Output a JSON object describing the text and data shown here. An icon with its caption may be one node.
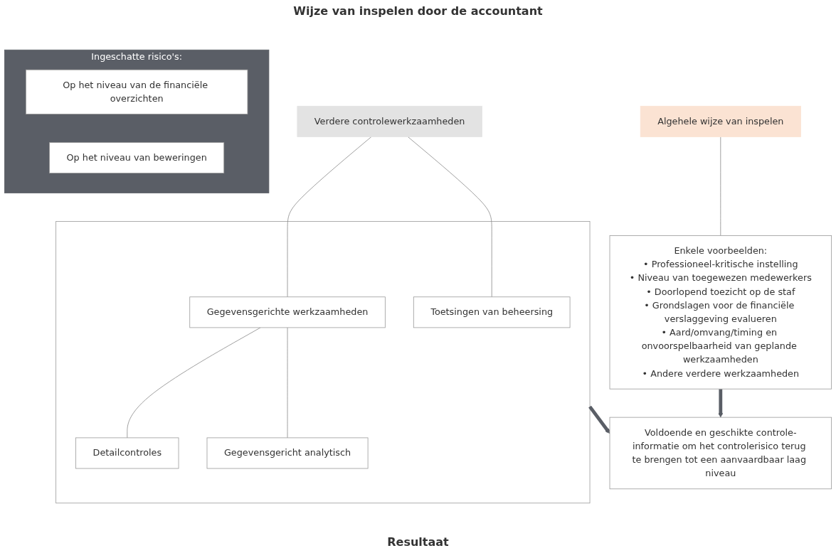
{
  "diagram": {
    "nodes": [
      {
        "text": [
          "Ingeschatte risico's:"
        ]
      },
      {
        "text": [
          "Op het niveau van de financiële overzichten"
        ],
        "in": 0
      },
      {
        "text": [
          "Op het niveau van beweringen"
        ],
        "in": 0
      },
      {
        "text": [
          "Algehele wijze van inspelen"
        ]
      },
      {
        "text": [
          "Verdere controlewerkzaamheden"
        ]
      },
      {
        "text": [
          "Enkele voorbeelden:",
          "• Professioneel-kritische instelling",
          "• Niveau van toegewezen medewerkers",
          "• Doorlopend toezicht op de staf",
          "• Grondslagen voor de financiële verslaggeving evalueren",
          "• Aard/omvang/timing en onvoorspelbaarheid van geplande werkzaamheden",
          "• Andere verdere werkzaamheden"
        ]
      },
      {
        "text": [],
        "shape": "box"
      },
      {
        "text": [
          "Gegevensgerichte werkzaamheden"
        ],
        "in": 6
      },
      {
        "text": [
          "Toetsingen van beheersing"
        ],
        "in": 6
      },
      {
        "text": [
          "Detailcontroles"
        ],
        "in": 6
      },
      {
        "text": [
          "Gegevensgericht analytisch"
        ],
        "in": 6
      },
      {
        "text": [
          "Voldoende en geschikte controle-informatie om het controlerisico terug te brengen tot een aanvaardbaar laag niveau"
        ]
      }
    ],
    "edges": [
      {
        "from": 3,
        "to": 5,
        "arrow": "none"
      },
      {
        "from": 4,
        "to": 7,
        "arrow": "none"
      },
      {
        "from": 4,
        "to": 8,
        "arrow": "none"
      },
      {
        "from": 7,
        "to": 9,
        "arrow": "none"
      },
      {
        "from": 7,
        "to": 10,
        "arrow": "none"
      },
      {
        "from": 5,
        "to": 11,
        "arrow": "to",
        "style": "thick",
        "color": "#5a5e66"
      },
      {
        "from": 6,
        "to": 11,
        "arrow": "to",
        "style": "thick",
        "color": "#5a5e66"
      }
    ],
    "labels": [
      "Wijze van inspelen door de accountant",
      "Resultaat"
    ]
  }
}
